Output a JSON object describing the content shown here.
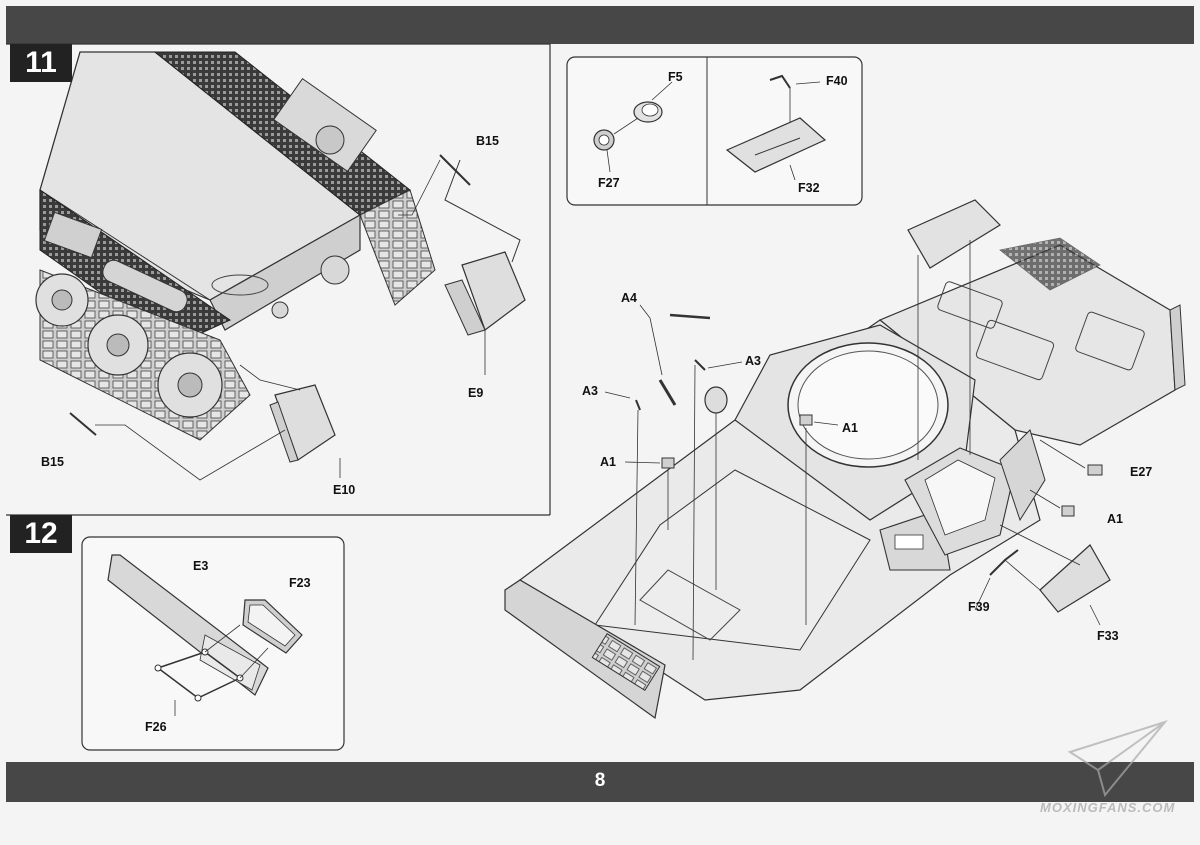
{
  "page": {
    "number": "8"
  },
  "steps": [
    {
      "id": "11",
      "labels": [
        "B15",
        "E9",
        "B15",
        "E10"
      ]
    },
    {
      "id": "12",
      "labels": [
        "E3",
        "F23",
        "F26"
      ]
    }
  ],
  "insets": [
    {
      "labels": [
        "F5",
        "F27"
      ]
    },
    {
      "labels": [
        "F40",
        "F32"
      ]
    }
  ],
  "hull_labels": [
    "A4",
    "A3",
    "A3",
    "A1",
    "A1",
    "E27",
    "A1",
    "F39",
    "F33"
  ],
  "watermark": {
    "text": "MOXINGFANS.COM"
  }
}
